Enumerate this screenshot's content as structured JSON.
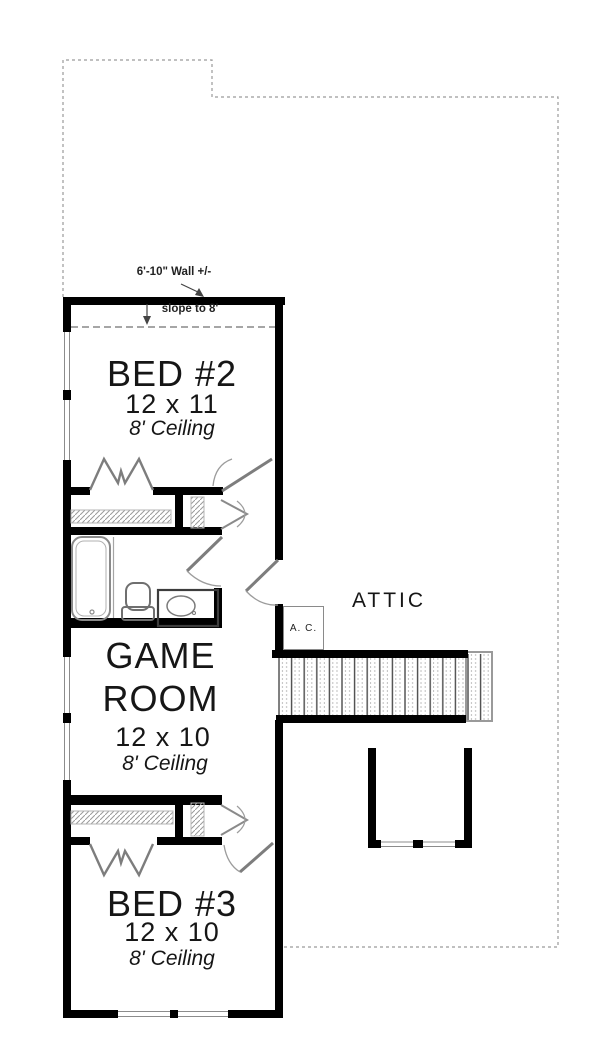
{
  "annotations": {
    "wall_note": "6'-10\" Wall +/-",
    "slope_note": "slope to 8'"
  },
  "rooms": {
    "bed2": {
      "name": "BED #2",
      "dims": "12 x 11",
      "ceiling": "8' Ceiling"
    },
    "game": {
      "name": "GAME ROOM",
      "dims": "12 x 10",
      "ceiling": "8' Ceiling"
    },
    "bed3": {
      "name": "BED #3",
      "dims": "12 x 10",
      "ceiling": "8' Ceiling"
    }
  },
  "attic": {
    "label": "ATTIC"
  },
  "equipment": {
    "ac_label": "A. C."
  },
  "colors": {
    "wall": "#000000",
    "fixture": "#777777",
    "door_arc": "#999999",
    "boundary_dash": "#9a9a9a"
  }
}
